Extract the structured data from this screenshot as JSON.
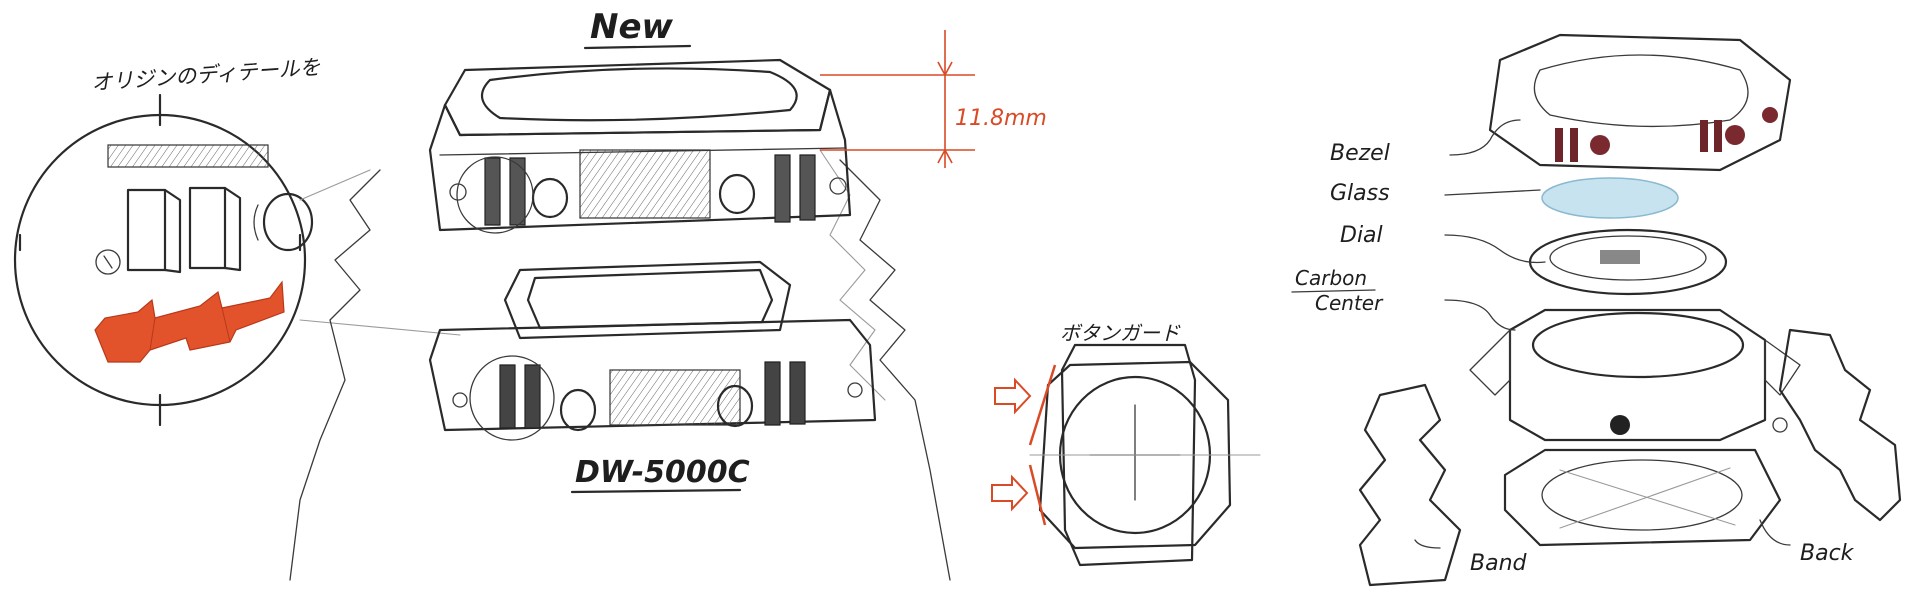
{
  "sketch": {
    "title_new": "New",
    "title_old": "DW-5000C",
    "detail_note": "オリジンのディテールを",
    "dimension_label": "11.8mm",
    "button_guard_label": "ボタンガード"
  },
  "exploded_view": {
    "labels": {
      "bezel": "Bezel",
      "glass": "Glass",
      "dial": "Dial",
      "carbon_line1": "Carbon",
      "carbon_line2": "Center",
      "band": "Band",
      "back": "Back"
    }
  },
  "colors": {
    "accent_red": "#d94a26",
    "resin_red": "#d9555a",
    "glass_blue": "#c8e3f0",
    "ink": "#2a2a2a"
  }
}
